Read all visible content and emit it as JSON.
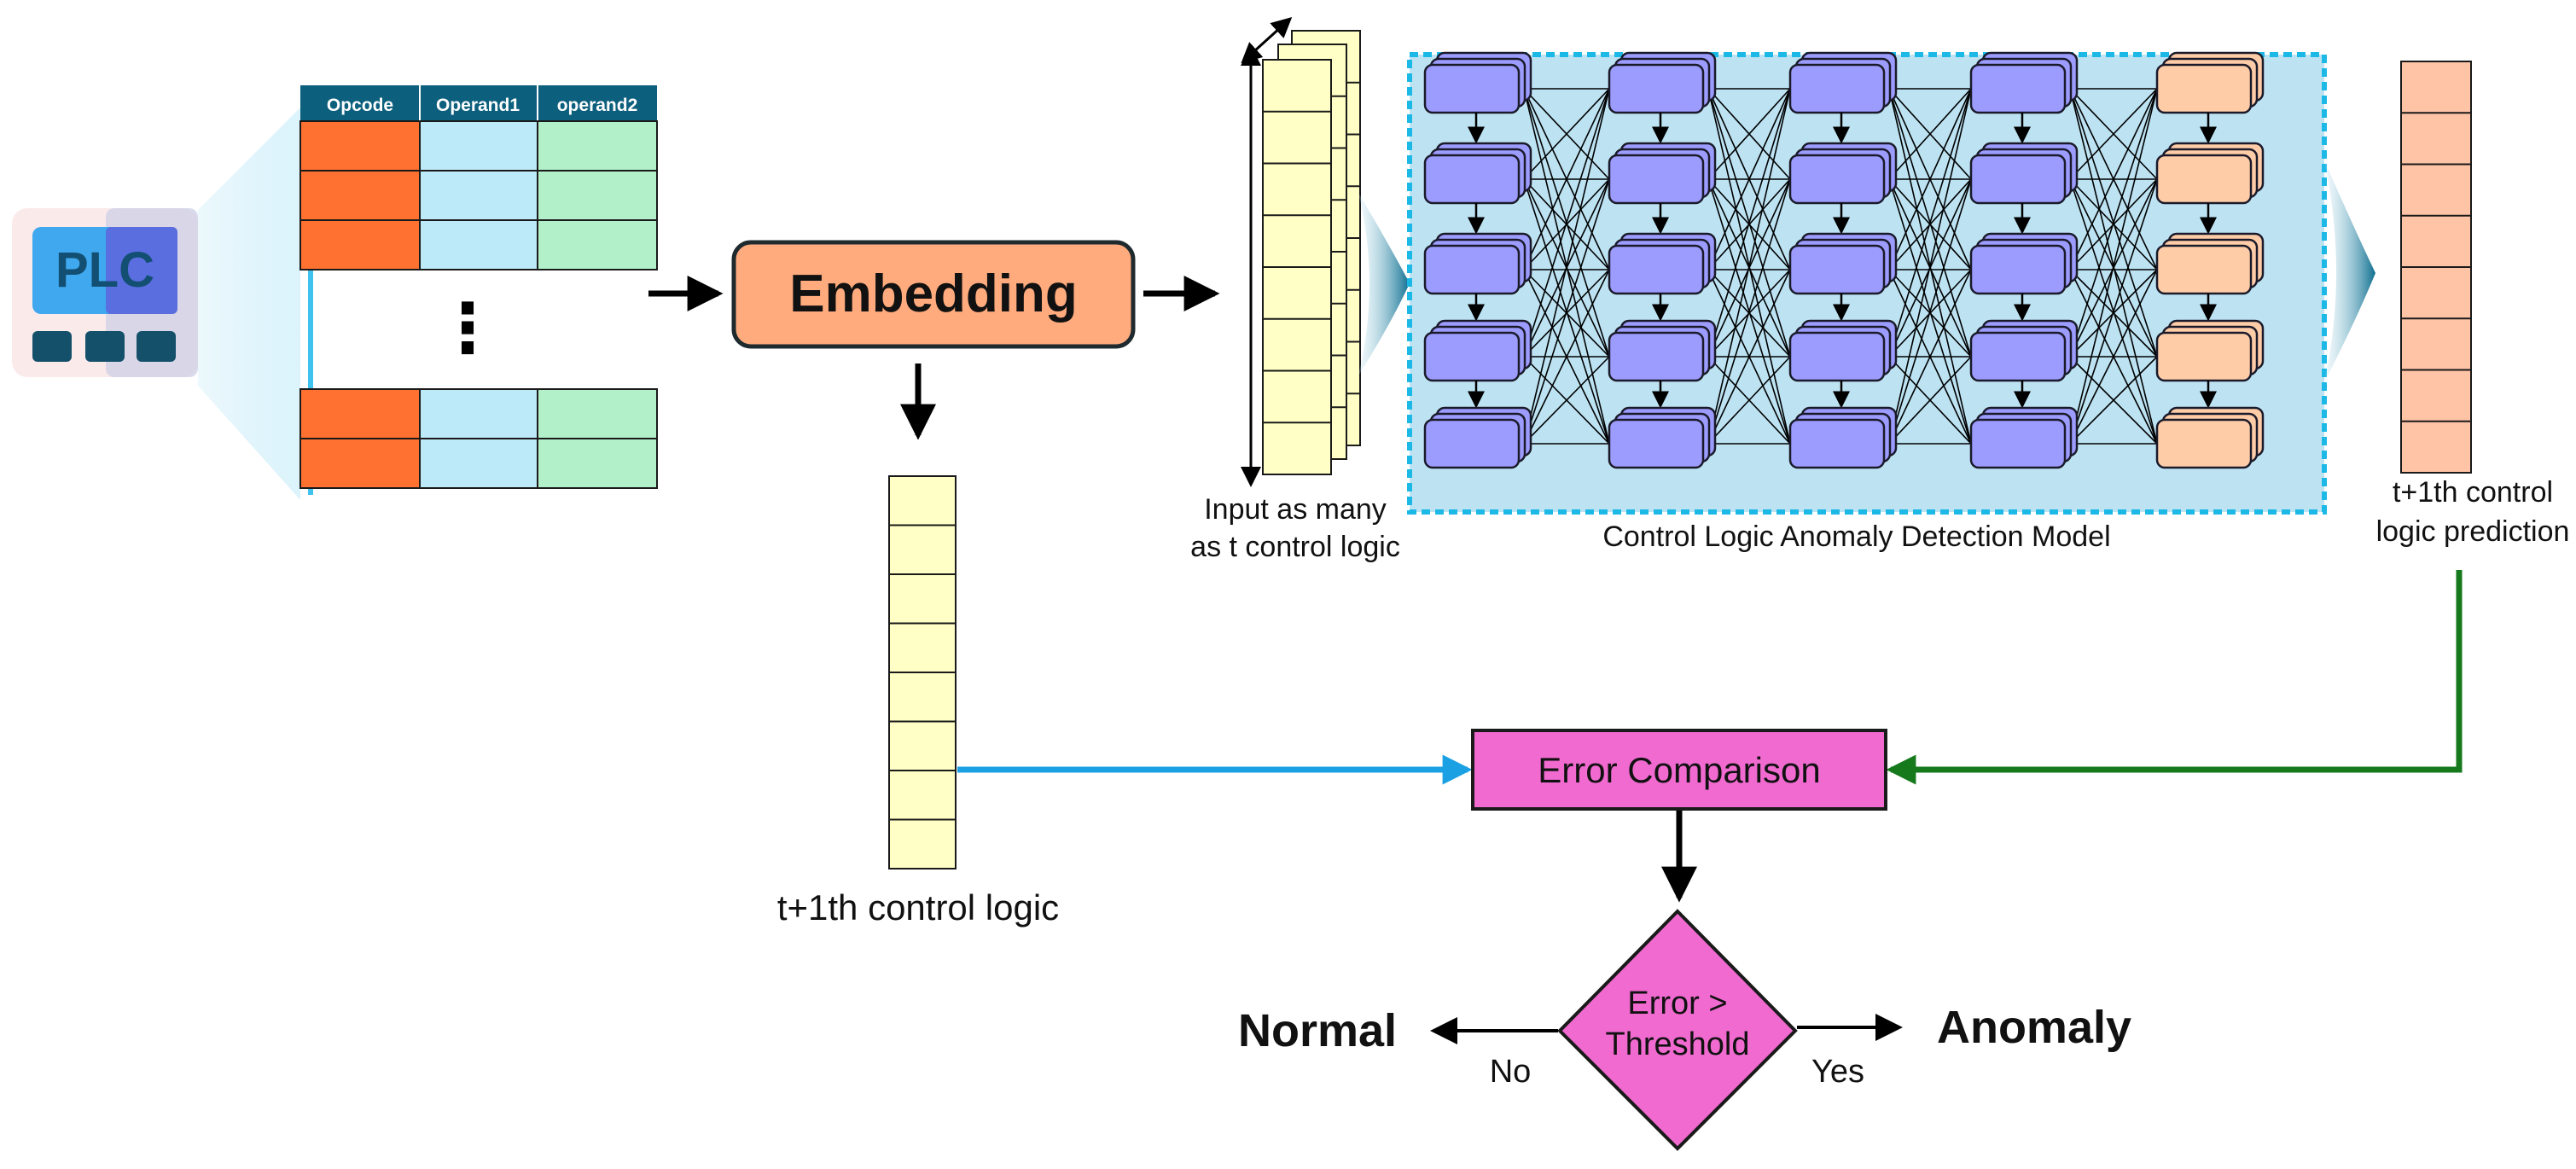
{
  "plc": {
    "label": "PLC"
  },
  "table": {
    "headers": [
      "Opcode",
      "Operand1",
      "operand2"
    ],
    "ellipsis": "⋮"
  },
  "embedding": {
    "label": "Embedding"
  },
  "input_seq": {
    "caption_lines": [
      "Input as many",
      "as t control logic"
    ]
  },
  "model": {
    "caption": "Control Logic Anomaly Detection Model"
  },
  "prediction": {
    "caption_lines": [
      "t+1th control",
      "logic prediction"
    ]
  },
  "actual": {
    "caption": "t+1th control logic"
  },
  "comparison": {
    "label": "Error Comparison"
  },
  "decision": {
    "lines": [
      "Error >",
      "Threshold"
    ],
    "no_label": "No",
    "yes_label": "Yes",
    "normal_label": "Normal",
    "anomaly_label": "Anomaly"
  },
  "colors": {
    "opcode": "#ff7130",
    "operand1": "#bdeaf8",
    "operand2": "#b2f0c9",
    "header": "#0c5f7d",
    "embedding": "#ffab7e",
    "vector_yellow": "#ffffc6",
    "vector_salmon": "#ffc3a6",
    "neuron_blue": "#9c9cff",
    "neuron_salmon": "#ffcca8",
    "model_bg": "#bde3f3",
    "model_border": "#1cb8e6",
    "magenta": "#f06ad0",
    "blue_arrow": "#1ba0e4",
    "green_arrow": "#16791c"
  }
}
